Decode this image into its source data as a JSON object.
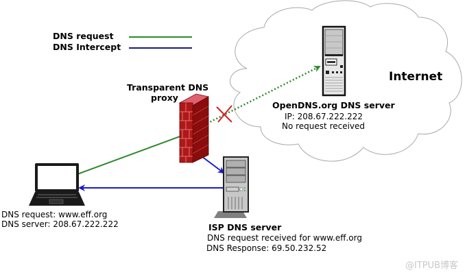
{
  "legend": {
    "items": [
      {
        "label": "DNS request",
        "color": "#2a8a2a"
      },
      {
        "label": "DNS Intercept",
        "color": "#1a1aa0"
      }
    ]
  },
  "cloud": {
    "label": "Internet"
  },
  "opendns": {
    "title": "OpenDNS.org DNS server",
    "ip": "IP: 208.67.222.222",
    "status": "No request received"
  },
  "proxy": {
    "title_line1": "Transparent DNS",
    "title_line2": "proxy"
  },
  "client": {
    "line1": "DNS request: www.eff.org",
    "line2": "DNS server: 208.67.222.222"
  },
  "isp": {
    "title": "ISP DNS server",
    "line1": "DNS request received for www.eff.org",
    "line2": "DNS Response: 69.50.232.52"
  },
  "colors": {
    "request": "#2a8a2a",
    "intercept": "#1a1aa0",
    "blocked": "#cc2222",
    "firewall": "#b01818"
  },
  "watermark": "@ITPUB博客"
}
